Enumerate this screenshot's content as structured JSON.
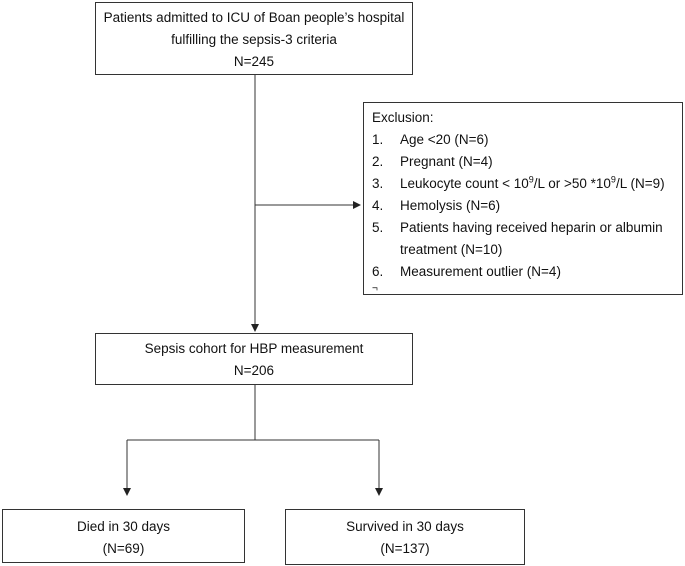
{
  "top_box": {
    "line1": "Patients admitted to ICU of Boan people’s hospital",
    "line2": "fulfilling the sepsis-3 criteria",
    "count": "N=245"
  },
  "exclusion": {
    "title": "Exclusion:",
    "items": [
      {
        "num": "1.",
        "text": "Age <20 (N=6)"
      },
      {
        "num": "2.",
        "text": "Pregnant (N=4)"
      },
      {
        "num": "3.",
        "text_a": "Leukocyte count < 10",
        "sup_a": "9",
        "text_b": "/L or >50 *10",
        "sup_b": "9",
        "text_c": "/L (N=9)"
      },
      {
        "num": "4.",
        "text": "Hemolysis (N=6)"
      },
      {
        "num": "5.",
        "line1": "Patients having received heparin or albumin",
        "line2": "treatment (N=10)"
      },
      {
        "num": "6.",
        "text": "Measurement outlier (N=4)"
      }
    ],
    "trailing_mark": "¬"
  },
  "cohort_box": {
    "line1": "Sepsis cohort for HBP measurement",
    "count": "N=206"
  },
  "died_box": {
    "line1": "Died in 30 days",
    "count": "(N=69)"
  },
  "survived_box": {
    "line1": "Survived in 30 days",
    "count": "(N=137)"
  },
  "colors": {
    "line": "#333333",
    "box_border": "#333333"
  }
}
